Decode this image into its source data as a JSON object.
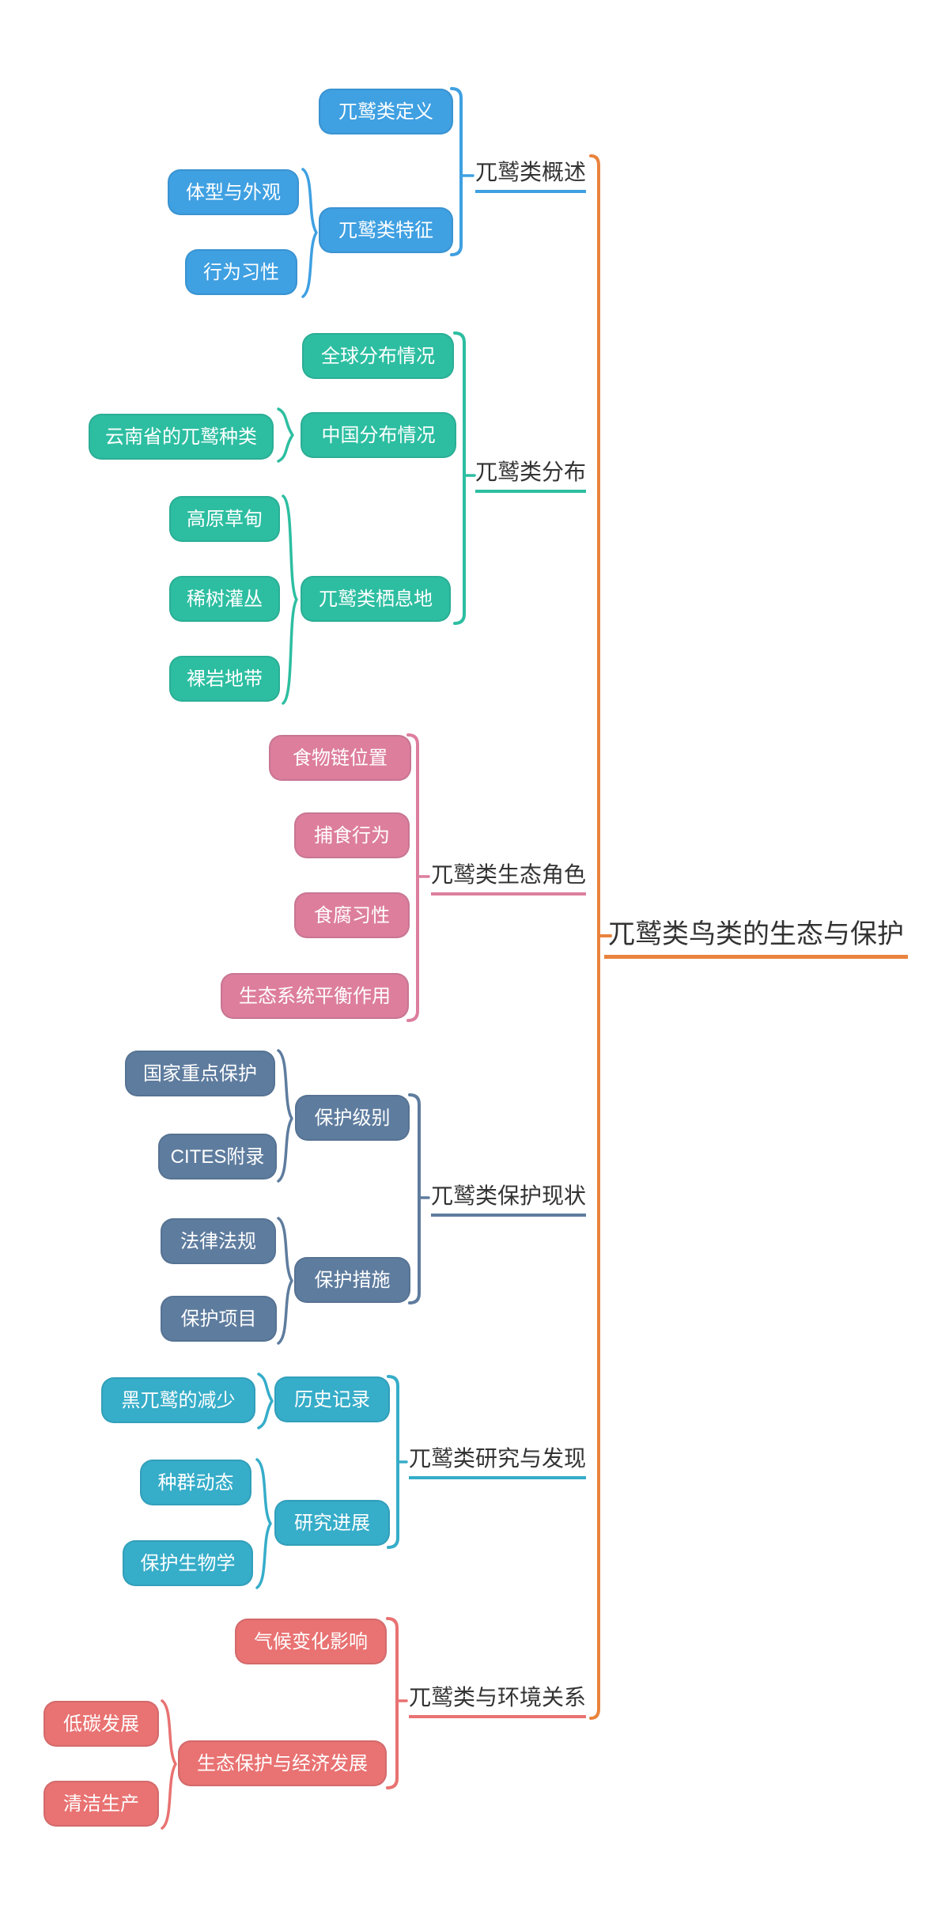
{
  "root": {
    "label": "兀鹫类鸟类的生态与保护"
  },
  "spine_color": "#E9833D",
  "text_color": "#333333",
  "background_color": "#FFFFFF",
  "branches": [
    {
      "label": "兀鹫类概述",
      "color": "#3FA0E2",
      "children": [
        {
          "label": "兀鹫类定义"
        },
        {
          "label": "兀鹫类特征",
          "children": [
            {
              "label": "体型与外观"
            },
            {
              "label": "行为习性"
            }
          ]
        }
      ]
    },
    {
      "label": "兀鹫类分布",
      "color": "#2DBEA1",
      "children": [
        {
          "label": "全球分布情况"
        },
        {
          "label": "中国分布情况",
          "children": [
            {
              "label": "云南省的兀鹫种类"
            }
          ]
        },
        {
          "label": "兀鹫类栖息地",
          "children": [
            {
              "label": "高原草甸"
            },
            {
              "label": "稀树灌丛"
            },
            {
              "label": "裸岩地带"
            }
          ]
        }
      ]
    },
    {
      "label": "兀鹫类生态角色",
      "color": "#DD7E9D",
      "children": [
        {
          "label": "食物链位置"
        },
        {
          "label": "捕食行为"
        },
        {
          "label": "食腐习性"
        },
        {
          "label": "生态系统平衡作用"
        }
      ]
    },
    {
      "label": "兀鹫类保护现状",
      "color": "#5E7C9E",
      "children": [
        {
          "label": "保护级别",
          "children": [
            {
              "label": "国家重点保护"
            },
            {
              "label": "CITES附录"
            }
          ]
        },
        {
          "label": "保护措施",
          "children": [
            {
              "label": "法律法规"
            },
            {
              "label": "保护项目"
            }
          ]
        }
      ]
    },
    {
      "label": "兀鹫类研究与发现",
      "color": "#36ADC9",
      "children": [
        {
          "label": "历史记录",
          "children": [
            {
              "label": "黑兀鹫的减少"
            }
          ]
        },
        {
          "label": "研究进展",
          "children": [
            {
              "label": "种群动态"
            },
            {
              "label": "保护生物学"
            }
          ]
        }
      ]
    },
    {
      "label": "兀鹫类与环境关系",
      "color": "#E97272",
      "children": [
        {
          "label": "气候变化影响"
        },
        {
          "label": "生态保护与经济发展",
          "children": [
            {
              "label": "低碳发展"
            },
            {
              "label": "清洁生产"
            }
          ]
        }
      ]
    }
  ]
}
